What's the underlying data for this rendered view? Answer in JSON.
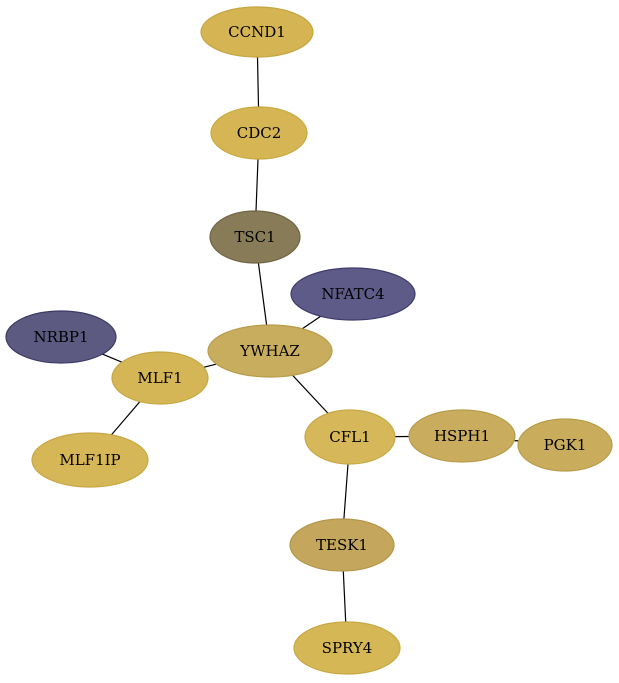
{
  "graph": {
    "nodes": [
      {
        "id": "CCND1",
        "label": "CCND1",
        "fill": "#d4b453",
        "stroke": "#c6a640"
      },
      {
        "id": "CDC2",
        "label": "CDC2",
        "fill": "#d6b654",
        "stroke": "#c8a841"
      },
      {
        "id": "TSC1",
        "label": "TSC1",
        "fill": "#887b58",
        "stroke": "#6f6443"
      },
      {
        "id": "NFATC4",
        "label": "NFATC4",
        "fill": "#5f5b88",
        "stroke": "#3f3b6e"
      },
      {
        "id": "NRBP1",
        "label": "NRBP1",
        "fill": "#5c5a80",
        "stroke": "#3c3a66"
      },
      {
        "id": "YWHAZ",
        "label": "YWHAZ",
        "fill": "#c9ad5e",
        "stroke": "#b89c4b"
      },
      {
        "id": "MLF1",
        "label": "MLF1",
        "fill": "#d5b657",
        "stroke": "#c6a744"
      },
      {
        "id": "CFL1",
        "label": "CFL1",
        "fill": "#d6b759",
        "stroke": "#c7a846"
      },
      {
        "id": "HSPH1",
        "label": "HSPH1",
        "fill": "#c9ac5d",
        "stroke": "#b89b4a"
      },
      {
        "id": "PGK1",
        "label": "PGK1",
        "fill": "#c9ad5c",
        "stroke": "#b89c49"
      },
      {
        "id": "MLF1IP",
        "label": "MLF1IP",
        "fill": "#d6b758",
        "stroke": "#c7a845"
      },
      {
        "id": "TESK1",
        "label": "TESK1",
        "fill": "#c4a75d",
        "stroke": "#b3964a"
      },
      {
        "id": "SPRY4",
        "label": "SPRY4",
        "fill": "#d6b756",
        "stroke": "#c7a843"
      }
    ],
    "edges": [
      {
        "source": "CCND1",
        "target": "CDC2"
      },
      {
        "source": "CDC2",
        "target": "TSC1"
      },
      {
        "source": "TSC1",
        "target": "YWHAZ"
      },
      {
        "source": "NFATC4",
        "target": "YWHAZ"
      },
      {
        "source": "NRBP1",
        "target": "MLF1"
      },
      {
        "source": "MLF1",
        "target": "YWHAZ"
      },
      {
        "source": "MLF1",
        "target": "MLF1IP"
      },
      {
        "source": "YWHAZ",
        "target": "CFL1"
      },
      {
        "source": "CFL1",
        "target": "HSPH1"
      },
      {
        "source": "HSPH1",
        "target": "PGK1"
      },
      {
        "source": "CFL1",
        "target": "TESK1"
      },
      {
        "source": "TESK1",
        "target": "SPRY4"
      }
    ]
  }
}
